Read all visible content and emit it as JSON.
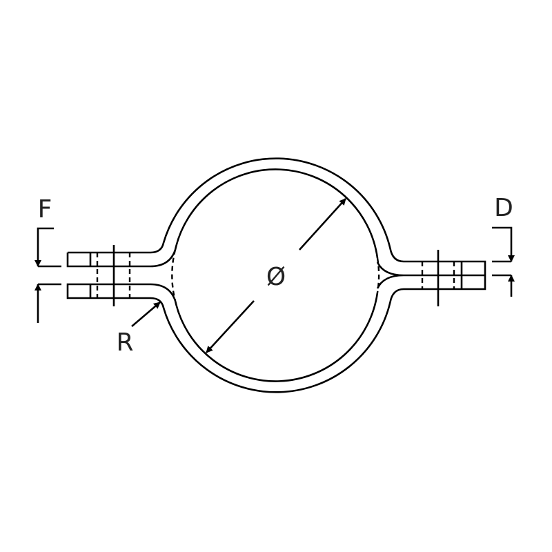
{
  "diagram": {
    "labels": {
      "flange_gap": "F",
      "flange_gap_right": "D",
      "bend_radius": "R",
      "diameter": "Ø"
    },
    "colors": {
      "stroke": "#000000",
      "text": "#222222",
      "background": "#ffffff"
    }
  }
}
